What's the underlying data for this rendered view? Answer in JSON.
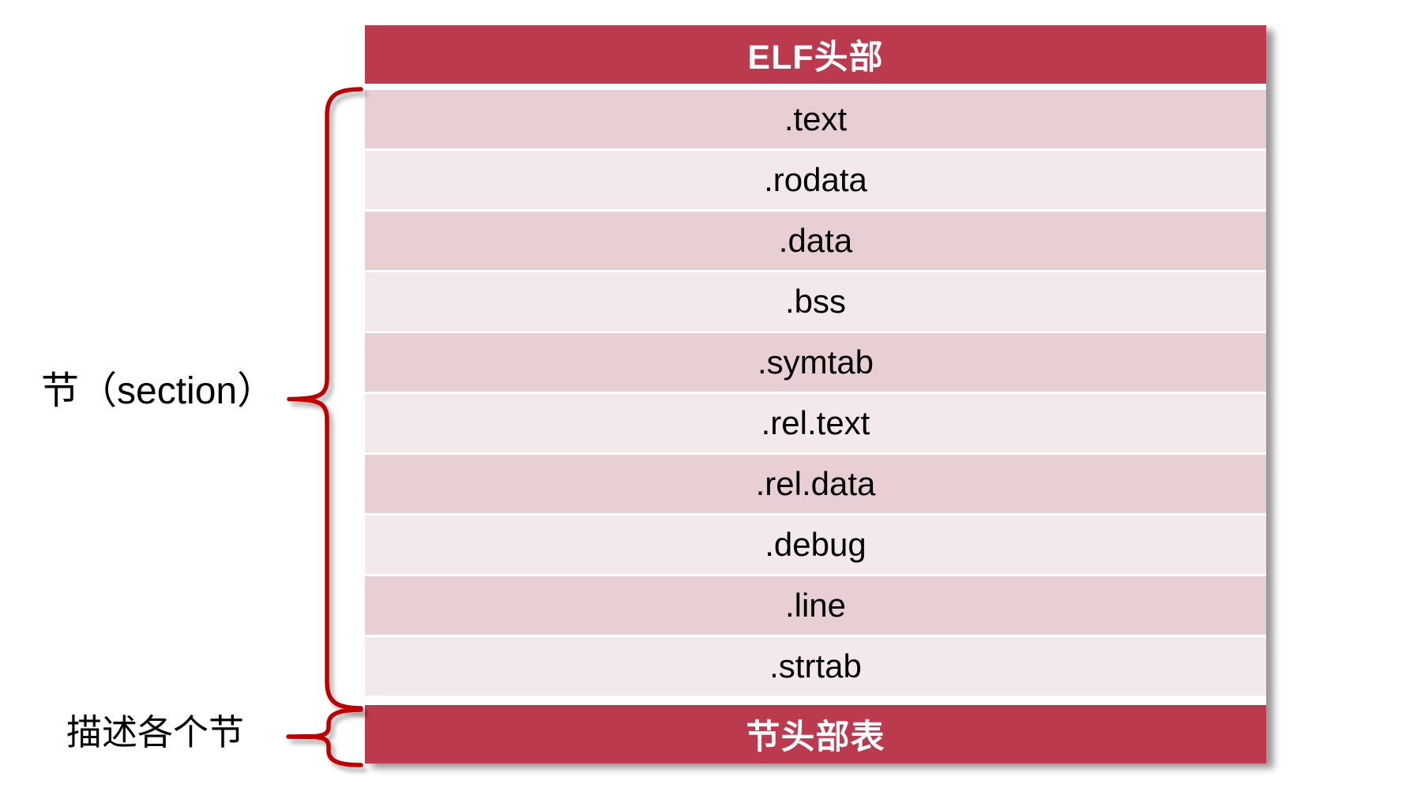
{
  "diagram": {
    "header_label": "ELF头部",
    "sections": [
      ".text",
      ".rodata",
      ".data",
      ".bss",
      ".symtab",
      ".rel.text",
      ".rel.data",
      ".debug",
      ".line",
      ".strtab"
    ],
    "footer_label": "节头部表",
    "annotations": {
      "sections_brace_label": "节（section）",
      "footer_brace_label": "描述各个节"
    },
    "colors": {
      "header_bg": "#BC3A4E",
      "row_dark_bg": "#E8CFD4",
      "row_light_bg": "#F3E9EA",
      "brace": "#C00000",
      "header_text": "#FFFFFF",
      "body_text": "#000000"
    }
  }
}
